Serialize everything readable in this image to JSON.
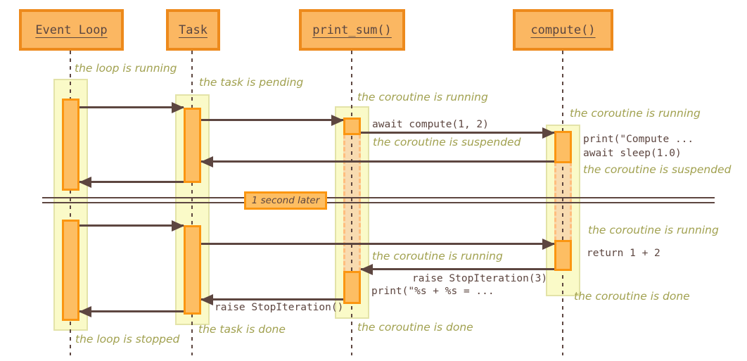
{
  "colors": {
    "background": "#ffffff",
    "header_fill": "#fbb762",
    "header_border": "#ed8a1c",
    "header_text": "#5a4641",
    "lane_fill": "#fafac8",
    "lane_border": "#e3e3a8",
    "activation_fill": "#fdbe63",
    "activation_border": "#fb9611",
    "suspended_fill": "#f8dbb0",
    "suspended_border": "#ffbe7e",
    "arrow": "#5d4640",
    "note_text": "#a1a150",
    "code_text": "#5d4640"
  },
  "participants": [
    {
      "label": "Event Loop"
    },
    {
      "label": "Task"
    },
    {
      "label": "print_sum()"
    },
    {
      "label": "compute()"
    }
  ],
  "divider": {
    "label": "1 second later"
  },
  "notes": {
    "loop_running": "the loop is running",
    "task_pending": "the task is pending",
    "print_sum_running_1": "the coroutine is running",
    "compute_running_1": "the coroutine is running",
    "print_sum_suspended": "the coroutine is suspended",
    "compute_suspended": "the coroutine is suspended",
    "compute_running_2": "the coroutine is running",
    "print_sum_running_2": "the coroutine is running",
    "compute_done": "the coroutine is done",
    "print_sum_done": "the coroutine is done",
    "task_done": "the task is done",
    "loop_stopped": "the loop is stopped"
  },
  "messages": {
    "await_compute": "await compute(1, 2)",
    "print_compute": "print(\"Compute ...",
    "await_sleep": "await sleep(1.0)",
    "return_value": "return 1 + 2",
    "raise_stop_iteration_3": "raise StopIteration(3)",
    "print_result": "print(\"%s + %s = ...",
    "raise_stop_iteration": "raise StopIteration()"
  }
}
